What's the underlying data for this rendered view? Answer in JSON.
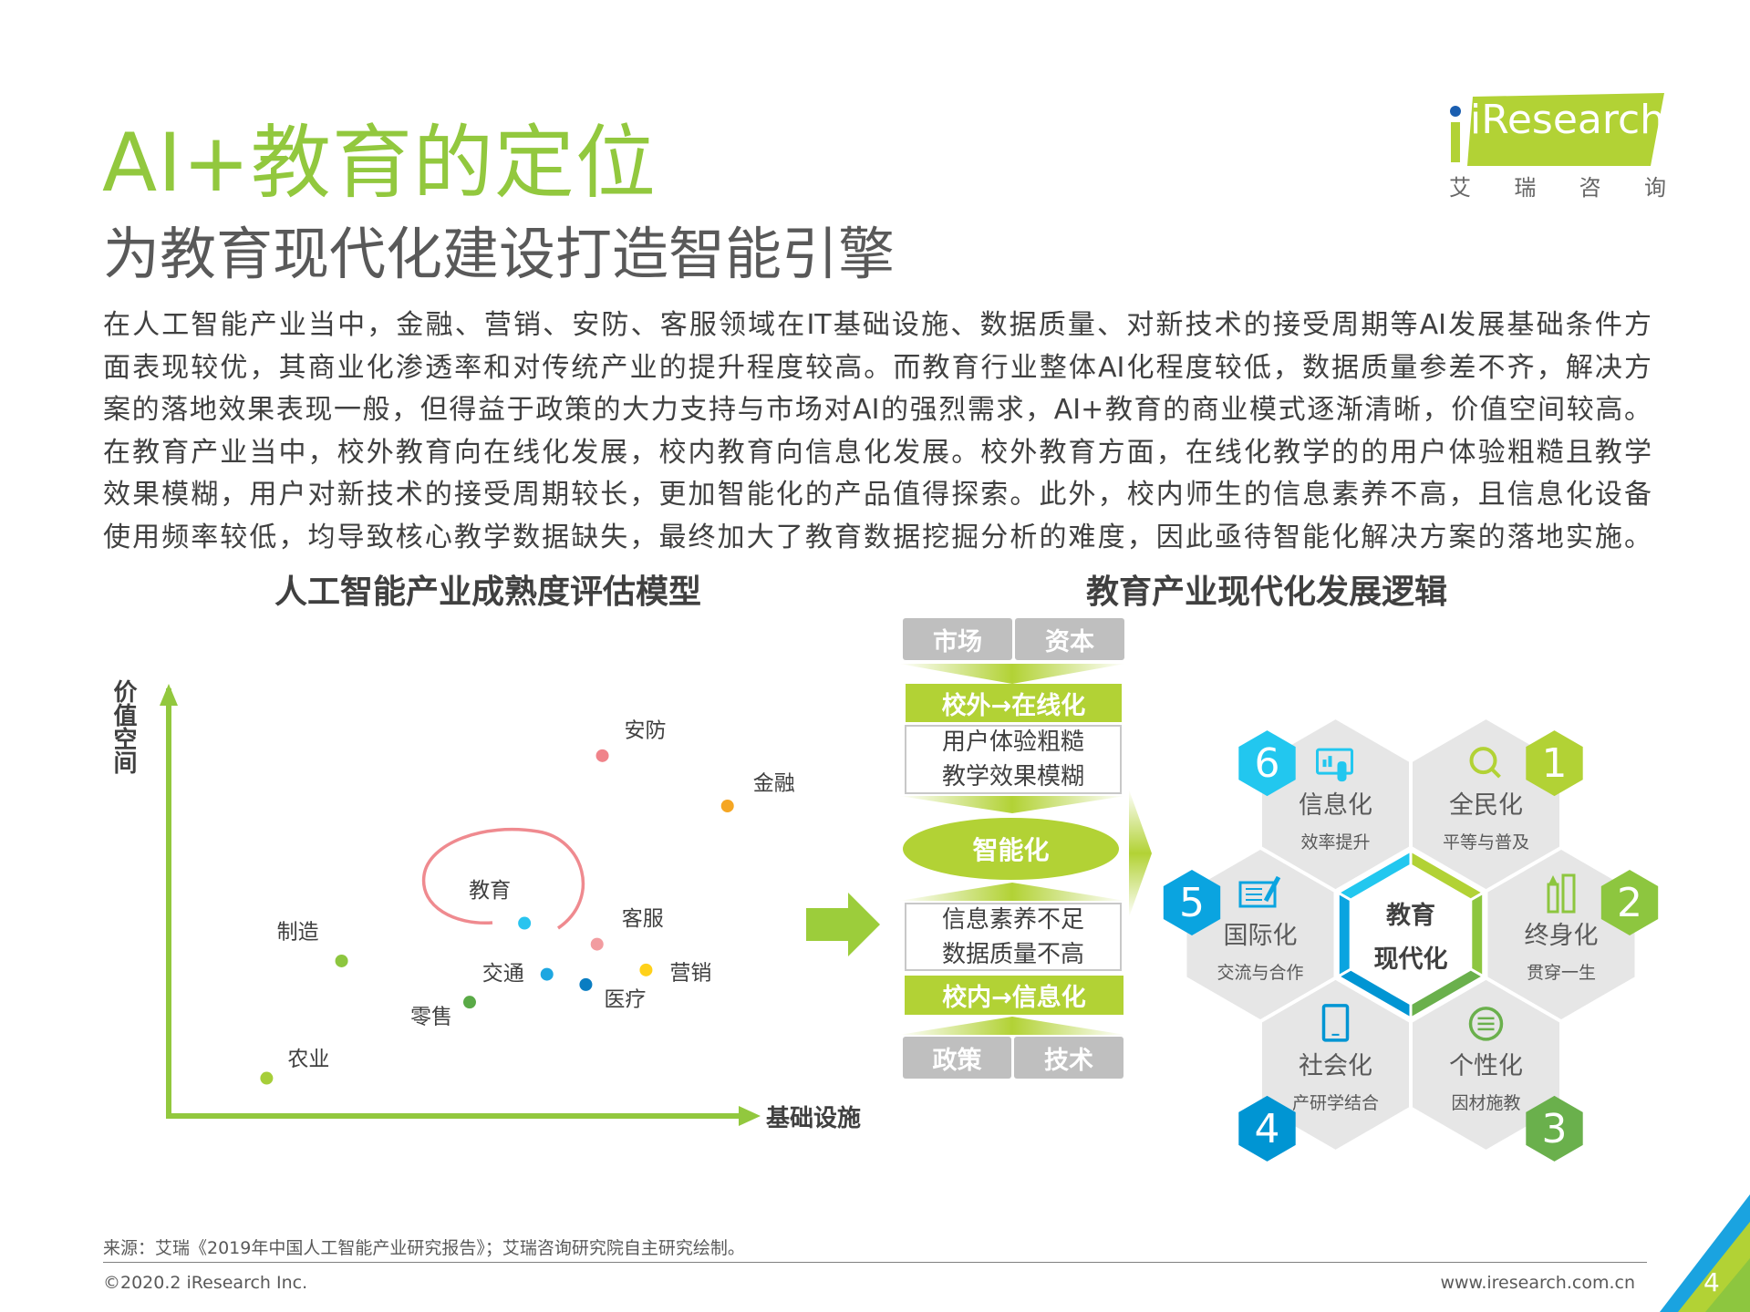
{
  "header": {
    "title": "AI+教育的定位",
    "subtitle": "为教育现代化建设打造智能引擎",
    "logo": {
      "text": "iResearch",
      "chinese": [
        "艾",
        "瑞",
        "咨",
        "询"
      ],
      "brand_color": "#b2d235",
      "dot_color": "#1a5eb0"
    }
  },
  "paragraph": [
    "在人工智能产业当中，金融、营销、安防、客服领域在IT基础设施、数据质量、对新技术的接受周期等AI发展基础条件方",
    "面表现较优，其商业化渗透率和对传统产业的提升程度较高。而教育行业整体AI化程度较低，数据质量参差不齐，解决方",
    "案的落地效果表现一般，但得益于政策的大力支持与市场对AI的强烈需求，AI+教育的商业模式逐渐清晰，价值空间较高。",
    "在教育产业当中，校外教育向在线化发展，校内教育向信息化发展。校外教育方面，在线化教学的的用户体验粗糙且教学",
    "效果模糊，用户对新技术的接受周期较长，更加智能化的产品值得探索。此外，校内师生的信息素养不高，且信息化设备",
    "使用频率较低，均导致核心教学数据缺失，最终加大了教育数据挖掘分析的难度，因此亟待智能化解决方案的落地实施。"
  ],
  "chart_data": {
    "type": "scatter",
    "title": "人工智能产业成熟度评估模型",
    "xlabel": "基础设施",
    "ylabel": "价值空间",
    "xlim": [
      0,
      100
    ],
    "ylim": [
      0,
      100
    ],
    "grid": false,
    "highlight": "教育",
    "highlight_color": "#ef8a8f",
    "points": [
      {
        "label": "安防",
        "x": 73.5,
        "y": 83.9,
        "color": "#f0838a"
      },
      {
        "label": "金融",
        "x": 94.7,
        "y": 72.2,
        "color": "#f5a623"
      },
      {
        "label": "教育",
        "x": 60.3,
        "y": 44.9,
        "color": "#29c4ef"
      },
      {
        "label": "客服",
        "x": 72.6,
        "y": 40.0,
        "color": "#f29ca0"
      },
      {
        "label": "营销",
        "x": 80.9,
        "y": 34.0,
        "color": "#ffd11a"
      },
      {
        "label": "制造",
        "x": 29.3,
        "y": 36.1,
        "color": "#8dc63f"
      },
      {
        "label": "交通",
        "x": 64.1,
        "y": 33.0,
        "color": "#1ea7e1"
      },
      {
        "label": "医疗",
        "x": 70.7,
        "y": 30.6,
        "color": "#0a7dc2"
      },
      {
        "label": "零售",
        "x": 51.0,
        "y": 26.5,
        "color": "#5aaa47"
      },
      {
        "label": "农业",
        "x": 16.6,
        "y": 8.8,
        "color": "#a6ce39"
      }
    ]
  },
  "logic": {
    "title": "教育产业现代化发展逻辑",
    "top": [
      "市场",
      "资本"
    ],
    "outside": "校外→在线化",
    "outside_issues": [
      "用户体验粗糙",
      "教学效果模糊"
    ],
    "core": "智能化",
    "inside_issues": [
      "信息素养不足",
      "数据质量不高"
    ],
    "inside": "校内→信息化",
    "bottom": [
      "政策",
      "技术"
    ]
  },
  "hex": {
    "center": [
      "教育",
      "现代化"
    ],
    "items": [
      {
        "num": "1",
        "title": "全民化",
        "sub": "平等与普及",
        "color": "#b2d235",
        "icon": "magnifier-icon"
      },
      {
        "num": "2",
        "title": "终身化",
        "sub": "贯穿一生",
        "color": "#8dc63f",
        "icon": "pencil-ruler-icon"
      },
      {
        "num": "3",
        "title": "个性化",
        "sub": "因材施教",
        "color": "#6ab04c",
        "icon": "chat-bubble-icon"
      },
      {
        "num": "4",
        "title": "社会化",
        "sub": "产研学结合",
        "color": "#0095d3",
        "icon": "tablet-icon"
      },
      {
        "num": "5",
        "title": "国际化",
        "sub": "交流与合作",
        "color": "#0aa4e0",
        "icon": "certificate-pen-icon"
      },
      {
        "num": "6",
        "title": "信息化",
        "sub": "效率提升",
        "color": "#22c7ef",
        "icon": "touch-screen-chart-icon"
      }
    ]
  },
  "footer": {
    "source": "来源：艾瑞《2019年中国人工智能产业研究报告》；艾瑞咨询研究院自主研究绘制。",
    "copyright": "©2020.2 iResearch Inc.",
    "site": "www.iresearch.com.cn",
    "page": "4"
  }
}
